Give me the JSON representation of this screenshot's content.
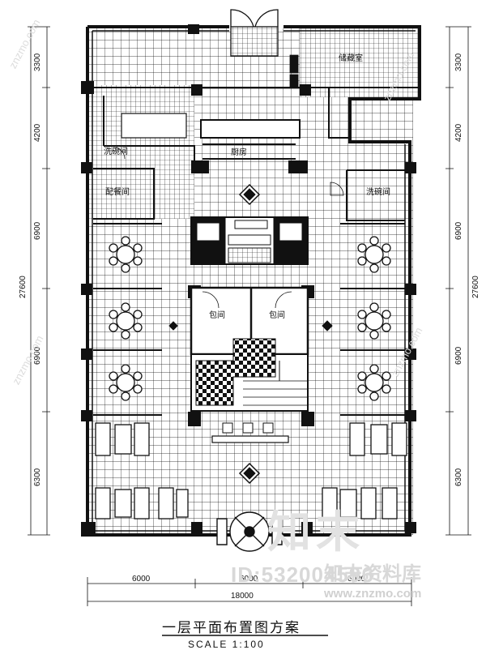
{
  "drawing": {
    "title": "一层平面布置图方案",
    "scale": "SCALE  1:100"
  },
  "dimensions": {
    "left": [
      "3300",
      "4200",
      "6900",
      "6900",
      "6300"
    ],
    "right": [
      "3300",
      "4200",
      "6900",
      "6900",
      "6300"
    ],
    "total_vertical": "27600",
    "bottom": [
      "6000",
      "6000",
      "6000"
    ],
    "total_horizontal": "18000"
  },
  "rooms": {
    "top_right": "储藏室",
    "upper_left": "洗碗间",
    "center_top": "厨房",
    "left_mid": "配餐间",
    "right_mid": "洗碗间",
    "center_left": "包间",
    "center_right": "包间"
  },
  "watermark": {
    "logo": "知末",
    "id": "ID:532004596",
    "brand": "知末资料库",
    "url": "www.znzmo.com",
    "diagonal": "znzmo.com"
  }
}
